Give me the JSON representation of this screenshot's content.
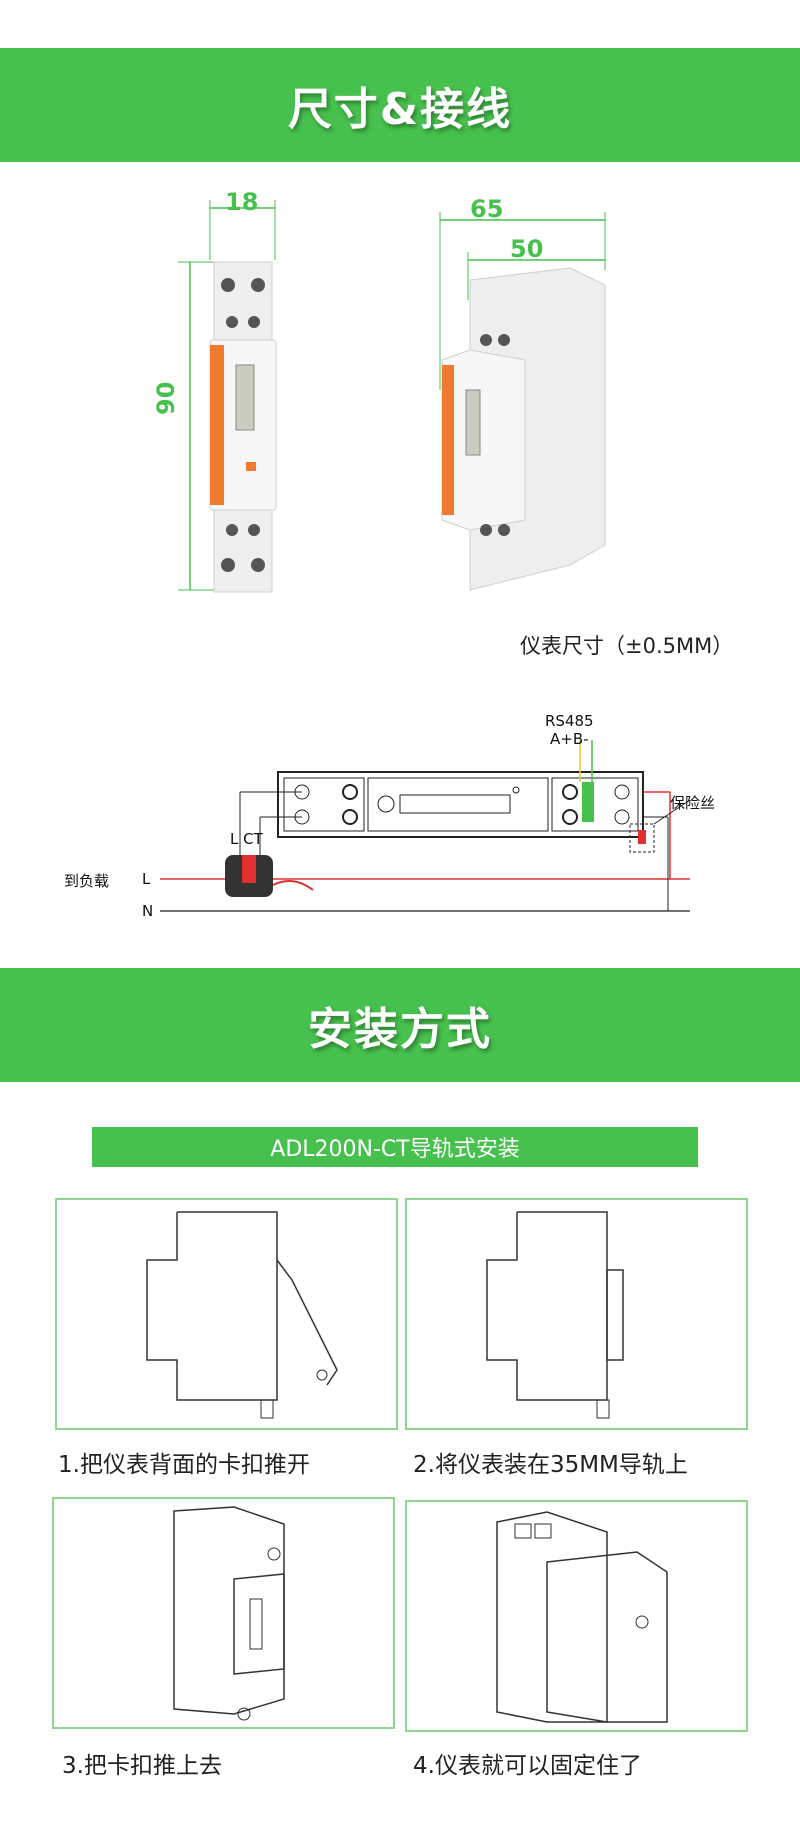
{
  "sections": {
    "dims_title": "尺寸&接线",
    "install_title": "安装方式"
  },
  "dimensions": {
    "width_front": "18",
    "height_front": "90",
    "depth_total": "65",
    "depth_body": "50",
    "caption": "仪表尺寸（±0.5MM）"
  },
  "wiring": {
    "rs485": "RS485",
    "ab": "A+B-",
    "fuse": "保险丝",
    "l_ct": "L  CT",
    "to_load": "到负载",
    "line_l": "L",
    "line_n": "N"
  },
  "install": {
    "subtitle": "ADL200N-CT导轨式安装",
    "steps": [
      "1.把仪表背面的卡扣推开",
      "2.将仪表装在35MM导轨上",
      "3.把卡扣推上去",
      "4.仪表就可以固定住了"
    ]
  },
  "colors": {
    "brand_green": "#47c14e",
    "accent_orange": "#f07a2f",
    "wire_red": "#e03030"
  }
}
